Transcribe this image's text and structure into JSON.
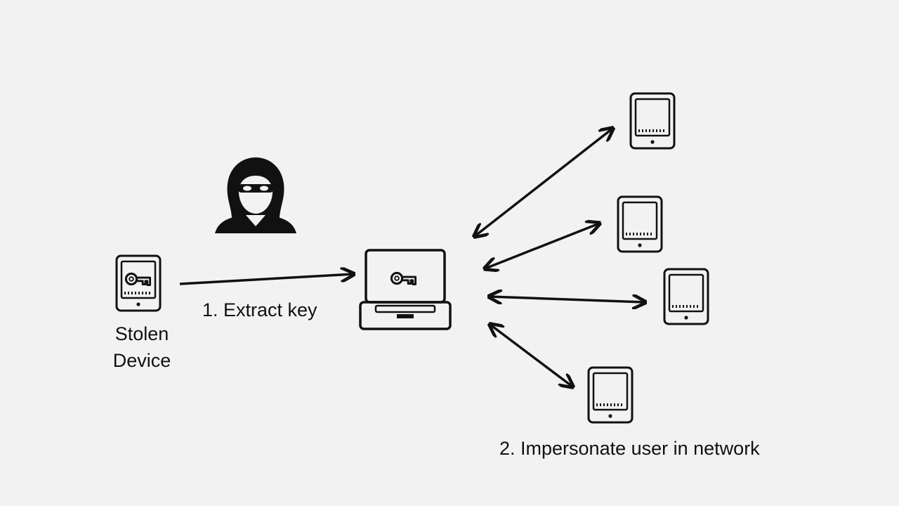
{
  "diagram": {
    "stolen_device_label_line1": "Stolen",
    "stolen_device_label_line2": "Device",
    "step1_label": "1. Extract key",
    "step2_label": "2. Impersonate user in network"
  },
  "icons": {
    "attacker": "hooded-hacker-icon",
    "stolen_device": "tablet-with-key-icon",
    "attacker_laptop": "laptop-with-key-icon",
    "network_device": "tablet-icon"
  },
  "colors": {
    "background": "#f2f2f2",
    "ink": "#111111"
  }
}
